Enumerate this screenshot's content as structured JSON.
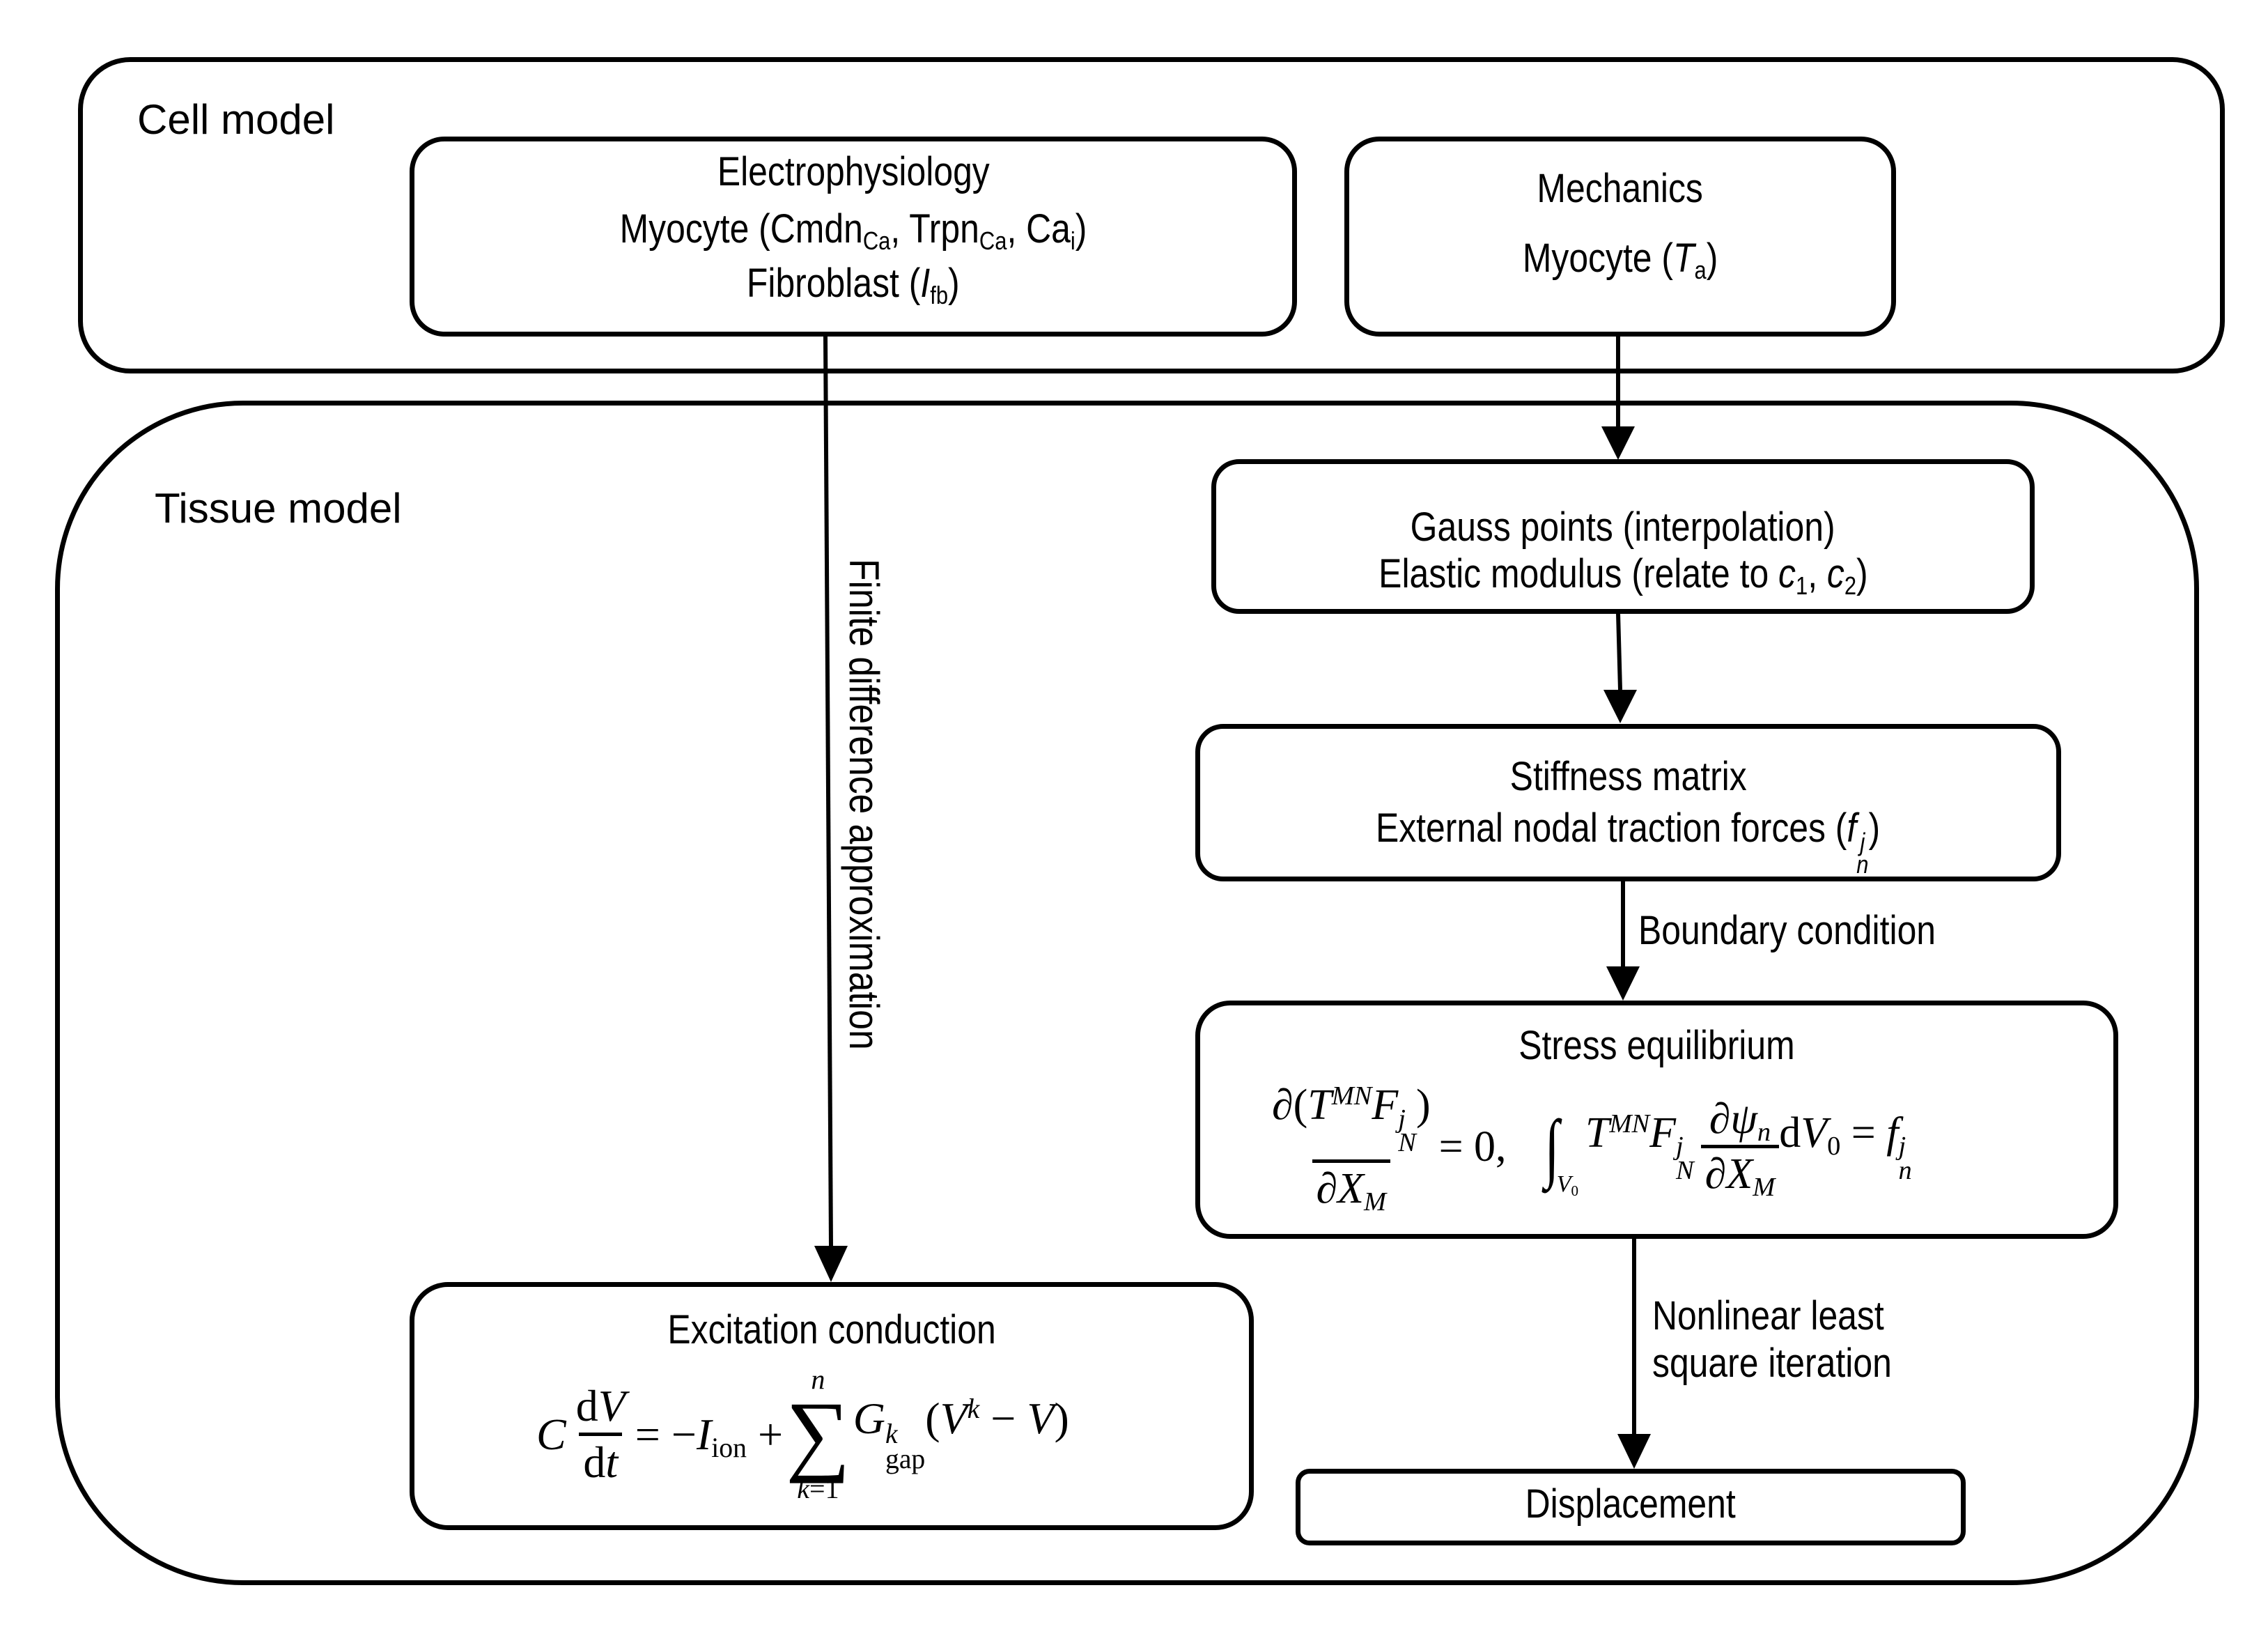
{
  "cell_model": {
    "label": "Cell model",
    "electrophysiology": {
      "title": "Electrophysiology",
      "myocyte_prefix": "Myocyte (Cmdn",
      "sub_ca1": "Ca",
      "trpn": ", Trpn",
      "sub_ca2": "Ca",
      "cai": ", Ca",
      "sub_i": "i",
      "close": ")",
      "fibroblast_prefix": "Fibroblast (",
      "i_symbol": "I",
      "sub_fb": "fb",
      "fibroblast_close": ")"
    },
    "mechanics": {
      "title": "Mechanics",
      "myocyte_prefix": "Myocyte (",
      "t_symbol": "T",
      "sub_a": "a",
      "close": ")"
    }
  },
  "tissue_model": {
    "label": "Tissue model",
    "finite_difference_label": "Finite difference approximation",
    "gauss": {
      "line1": "Gauss points (interpolation)",
      "line2_prefix": "Elastic modulus (relate to ",
      "c": "c",
      "sub1": "1",
      "comma": ", ",
      "sub2": "2",
      "close": ")"
    },
    "stiffness": {
      "line1": "Stiffness matrix",
      "line2_prefix": "External nodal traction forces (",
      "f": "f",
      "sub_n": "n",
      "sup_j": "j",
      "close": ")"
    },
    "boundary_label": "Boundary condition",
    "stress": {
      "title": "Stress equilibrium",
      "eq1_num": "∂(T^MN F_N^j)",
      "eq1_den": "∂X_M",
      "eq1_rhs": "= 0,",
      "eq2": "∫_V0 T^MN F_N^j ∂ψ_n/∂X_M dV_0 = f_n^j"
    },
    "nonlinear_label_line1": "Nonlinear least",
    "nonlinear_label_line2": "square iteration",
    "displacement": {
      "title": "Displacement"
    },
    "excitation": {
      "title": "Excitation conduction",
      "equation": "C dV/dt = −I_ion + Σ_{k=1}^{n} G_gap^k (V^k − V)"
    }
  }
}
